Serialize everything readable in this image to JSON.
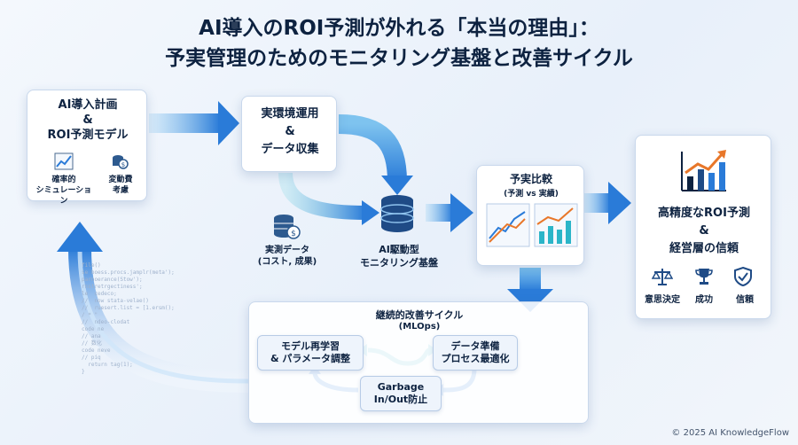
{
  "title": {
    "line1": "AI導入のROI予測が外れる「本当の理由」：",
    "line2": "予実管理のためのモニタリング基盤と改善サイクル"
  },
  "plan": {
    "line1": "AI導入計画",
    "line2": "&",
    "line3": "ROI予測モデル",
    "icon1_label_1": "確率的",
    "icon1_label_2": "シミュレーション",
    "icon2_label_1": "変動費",
    "icon2_label_2": "考慮"
  },
  "ops": {
    "line1": "実環境運用",
    "line2": "&",
    "line3": "データ収集"
  },
  "measured": {
    "line1": "実測データ",
    "line2": "(コスト, 成果)"
  },
  "monitor": {
    "line1": "AI駆動型",
    "line2": "モニタリング基盤"
  },
  "compare": {
    "title": "予実比較",
    "subtitle": "(予測 vs 実績)"
  },
  "result": {
    "line1": "高精度なROI予測",
    "line2": "&",
    "line3": "経営層の信頼",
    "labels": [
      "意思決定",
      "成功",
      "信頼"
    ]
  },
  "cycle": {
    "title": "継続的改善サイクル",
    "subtitle": "(MLOps)",
    "retrain_1": "モデル再学習",
    "retrain_2": "& パラメータ調整",
    "prep_1": "データ準備",
    "prep_2": "プロセス最適化",
    "garbage_1": "Garbage",
    "garbage_2": "In/Out防止"
  },
  "code_lines": [
    "file()",
    "se boess.procs.jamplr(meta');",
    "parnoerance(Stow');",
    "rnstretrgectiness';",
    "le  cedeco;",
    "//  now stata-velae()",
    "//  ruesert.list = [1.ersm();",
    "/ * \"",
    "//  ndeo-clodat",
    "code ne",
    "// ana",
    "// 数化",
    "code neve",
    "// piq",
    "  return tag(1);",
    "}"
  ],
  "copyright": "© 2025 AI KnowledgeFlow",
  "colors": {
    "accent": "#2a7bd8",
    "accent_light": "#7ec3ef",
    "navy": "#0d2240",
    "orange": "#e8772a",
    "teal": "#2bb5c8"
  },
  "icons": {
    "plan_icon1": "trend-chart-icon",
    "plan_icon2": "coin-stack-icon",
    "measured_icon": "coin-database-icon",
    "monitor_icon": "database-icon",
    "compare_icon1": "line-chart-icon",
    "compare_icon2": "bar-chart-icon",
    "result_icon": "growth-chart-icon",
    "result_label_icons": [
      "balance-scale-icon",
      "trophy-icon",
      "shield-icon"
    ]
  }
}
